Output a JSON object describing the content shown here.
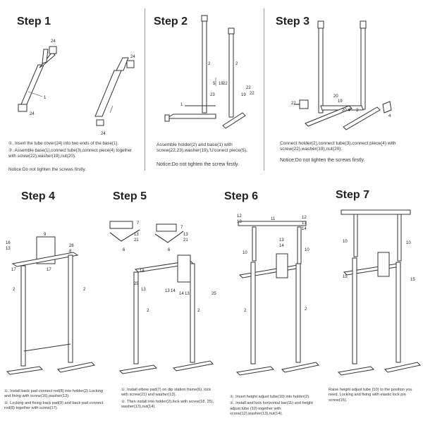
{
  "steps": [
    {
      "title": "Step 1",
      "instructions": [
        "①. Insert the tube cover(24) into two ends of the base(1).",
        "②. Assemble base(1),connect tube(3),connect piece(4) together with screw(22),washer(19),nut(20)."
      ],
      "note": "Notice:Do not tighten the screws firstly.",
      "labels": [
        "24",
        "1",
        "24",
        "24",
        "24"
      ]
    },
    {
      "title": "Step 2",
      "instructions": [
        "Assemble holder(2) and base(1) with screw(22,23),washer(19),'U'conect piece(5)."
      ],
      "note": "Notice:Do not tighten the screw firstly.",
      "labels": [
        "2",
        "2",
        "5",
        "19",
        "22",
        "23",
        "22",
        "19",
        "22",
        "1"
      ]
    },
    {
      "title": "Step 3",
      "instructions": [
        "Connect holder(2),connect tube(3),connect piece(4) with screw(22),washer(19),nut(20)."
      ],
      "note": "Notice:Do not tighten the screws firstly.",
      "labels": [
        "22",
        "20",
        "19",
        "20",
        "4",
        "3",
        "4"
      ]
    },
    {
      "title": "Step 4",
      "instructions": [
        "①. Install back pad connect rod(8) into holder(2) Locking and fixing with screw(16),washer(13).",
        "②. Locking and fixing back pad(9) and back pad connect rod(8) together with screw(17)."
      ],
      "labels": [
        "9",
        "16",
        "13",
        "26",
        "8",
        "17",
        "17",
        "2",
        "2"
      ]
    },
    {
      "title": "Step 5",
      "instructions": [
        "①. Install elbow pad(7) on dip station frame(6), lock with screw(21) and washer(13).",
        "②. Then install into holder(2),lock with screw(18. 25), washer(13),nut(14)."
      ],
      "labels": [
        "7",
        "13",
        "21",
        "7",
        "13",
        "21",
        "6",
        "6",
        "18",
        "25",
        "13",
        "13",
        "14",
        "14",
        "13",
        "25",
        "2",
        "2"
      ]
    },
    {
      "title": "Step 6",
      "instructions": [
        "①. Insert height adjust tube(10) into holder(2).",
        "②. Install and lock horizontal bar(11) and height adjust tube (10) together with screw(12),washer(13),nut(14)."
      ],
      "labels": [
        "12",
        "13",
        "11",
        "12",
        "13",
        "14",
        "13",
        "14",
        "10",
        "10",
        "2",
        "2"
      ]
    },
    {
      "title": "Step 7",
      "instructions": [
        "Raise height adjust tube (10) to the position you need. Locking and fixing with elastic lock pin screw(15)."
      ],
      "labels": [
        "10",
        "10",
        "15",
        "15"
      ]
    }
  ]
}
